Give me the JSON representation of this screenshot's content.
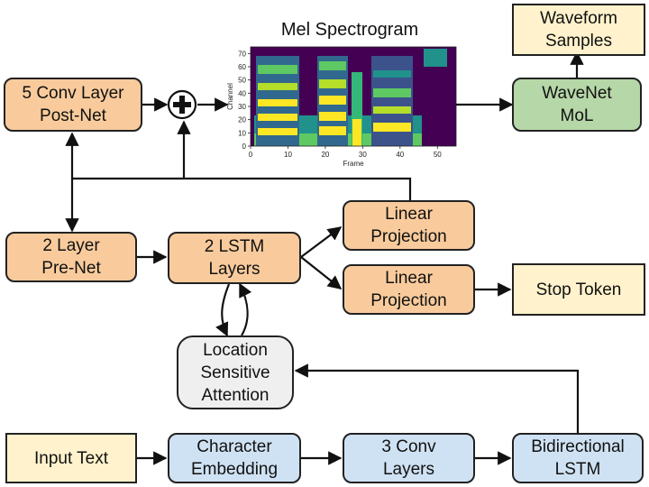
{
  "boxes": {
    "waveform": [
      "Waveform",
      "Samples"
    ],
    "wavenet": [
      "WaveNet",
      "MoL"
    ],
    "postnet": [
      "5 Conv Layer",
      "Post-Net"
    ],
    "prenet": [
      "2 Layer",
      "Pre-Net"
    ],
    "lstm": [
      "2 LSTM",
      "Layers"
    ],
    "linproj1": [
      "Linear",
      "Projection"
    ],
    "linproj2": [
      "Linear",
      "Projection"
    ],
    "stop": [
      "Stop Token"
    ],
    "attention": [
      "Location",
      "Sensitive",
      "Attention"
    ],
    "input": [
      "Input Text"
    ],
    "charemb": [
      "Character",
      "Embedding"
    ],
    "conv3": [
      "3 Conv",
      "Layers"
    ],
    "bilstm": [
      "Bidirectional",
      "LSTM"
    ]
  },
  "spectrogram": {
    "title": "Mel Spectrogram",
    "xlabel": "Frame",
    "ylabel": "Channel",
    "xticks": [
      "0",
      "10",
      "20",
      "30",
      "40",
      "50"
    ],
    "yticks": [
      "0",
      "10",
      "20",
      "30",
      "40",
      "50",
      "60",
      "70"
    ],
    "colors": {
      "background": "#440154",
      "low": "#3b528b",
      "mid": "#21918c",
      "high": "#5ec962",
      "peak": "#fde725"
    }
  }
}
